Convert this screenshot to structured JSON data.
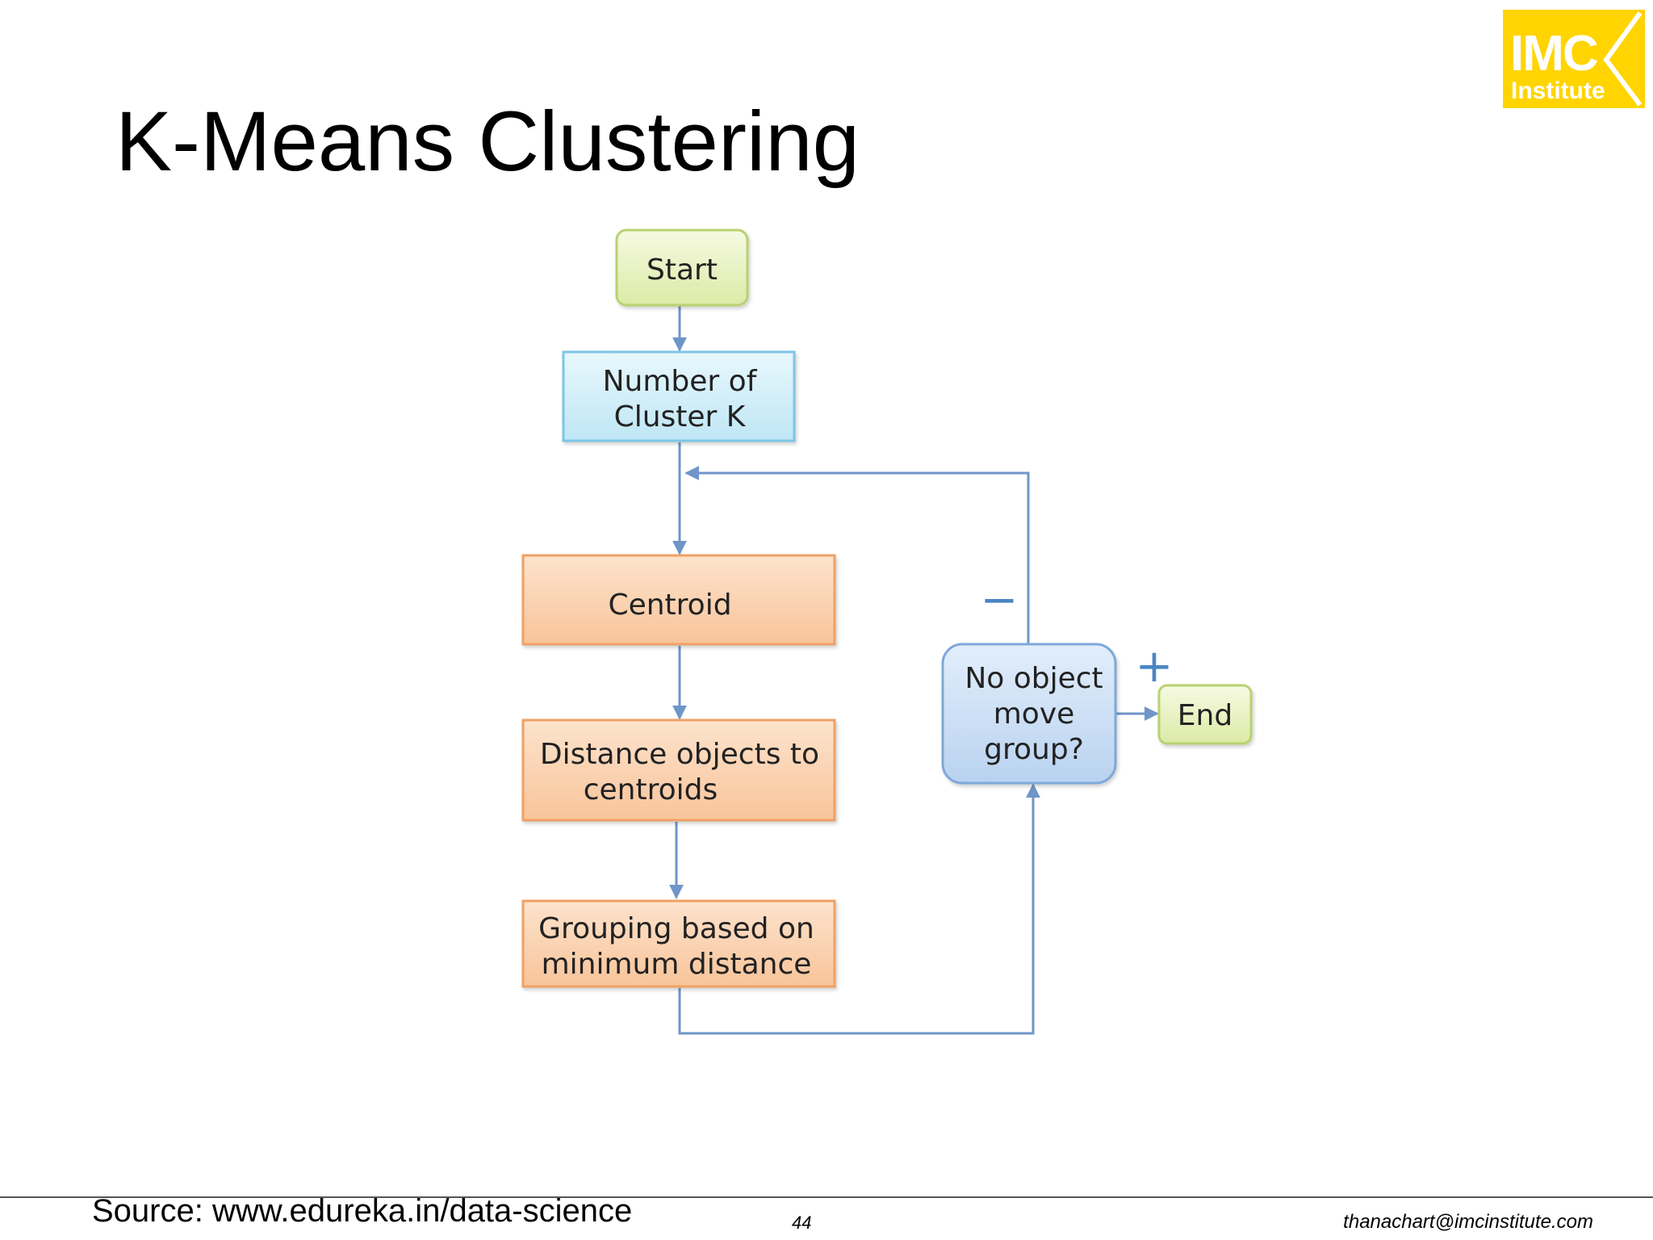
{
  "slide": {
    "title": "K-Means Clustering"
  },
  "logo": {
    "main_text": "IMC",
    "sub_text": "Institute",
    "background_color": "#FFD400"
  },
  "flowchart": {
    "nodes": {
      "start": "Start",
      "num_clusters": [
        "Number of",
        "Cluster K"
      ],
      "centroid": "Centroid",
      "distance": [
        "Distance objects to",
        "centroids"
      ],
      "grouping": [
        "Grouping based on",
        "minimum distance"
      ],
      "decision": [
        "No object",
        "move",
        "group?"
      ],
      "end": "End"
    },
    "edge_labels": {
      "no_branch": "−",
      "yes_branch": "+"
    },
    "colors": {
      "start_end_fill": "#E9F2C3",
      "start_end_border": "#B9D270",
      "cluster_fill": "#CFEEF8",
      "cluster_border": "#7CC6E6",
      "process_fill": "#FAD1AE",
      "process_border": "#EFA165",
      "decision_fill": "#C9DDF5",
      "decision_border": "#7FA8DA",
      "connector": "#6F95C9"
    }
  },
  "footer": {
    "source": "Source: www.edureka.in/data-science",
    "page_number": "44",
    "email": "thanachart@imcinstitute.com"
  }
}
